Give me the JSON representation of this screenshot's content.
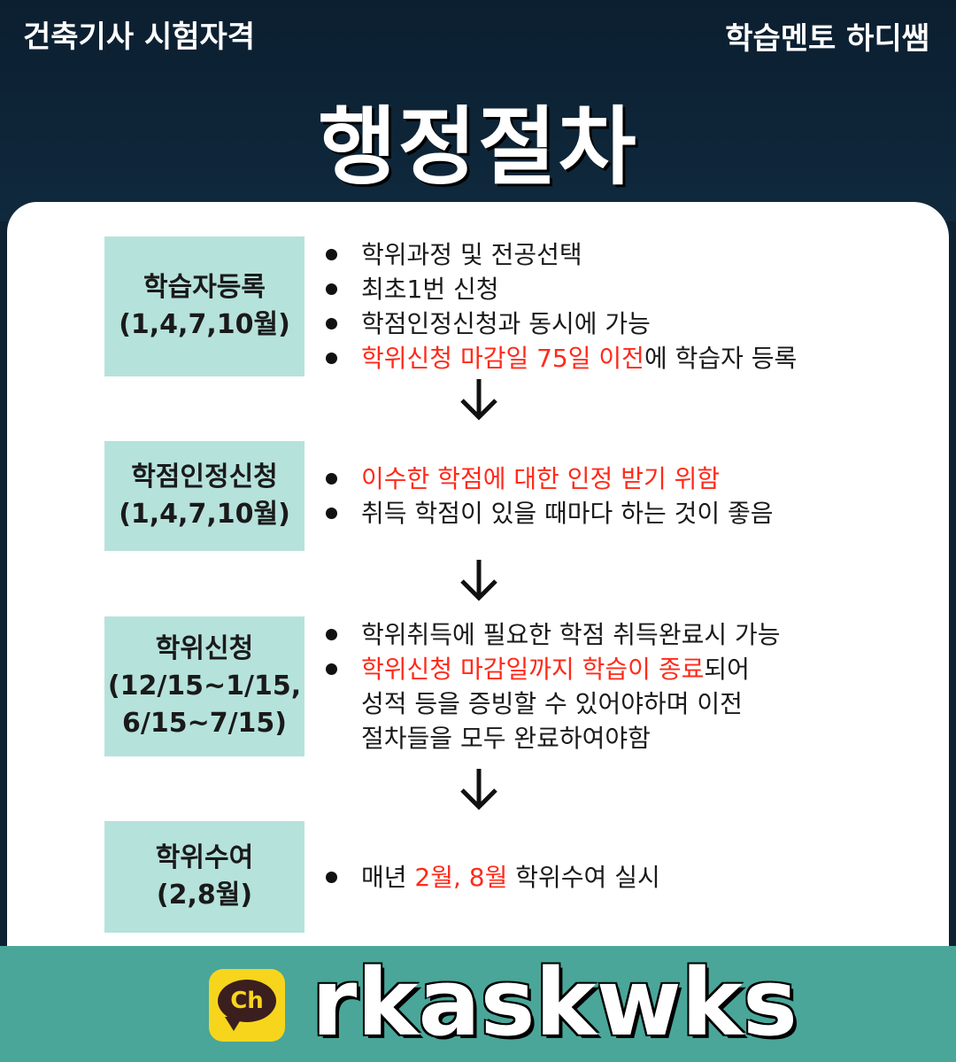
{
  "header": {
    "left": "건축기사 시험자격",
    "right": "학습멘토 하디쌤",
    "title": "행정절차"
  },
  "steps": [
    {
      "box": [
        "학습자등록",
        "(1,4,7,10월)"
      ],
      "bullets": [
        {
          "parts": [
            {
              "text": "학위과정 및 전공선택"
            }
          ]
        },
        {
          "parts": [
            {
              "text": "최초1번 신청"
            }
          ]
        },
        {
          "parts": [
            {
              "text": "학점인정신청과 동시에 가능"
            }
          ]
        },
        {
          "parts": [
            {
              "text": "학위신청 마감일 75일 이전",
              "red": true
            },
            {
              "text": "에 학습자 등록"
            }
          ]
        }
      ]
    },
    {
      "box": [
        "학점인정신청",
        "(1,4,7,10월)"
      ],
      "bullets": [
        {
          "parts": [
            {
              "text": "이수한 학점에 대한 인정 받기 위함",
              "red": true
            }
          ]
        },
        {
          "parts": [
            {
              "text": "취득 학점이 있을 때마다 하는 것이 좋음"
            }
          ]
        }
      ]
    },
    {
      "box": [
        "학위신청",
        "(12/15~1/15,",
        "6/15~7/15)"
      ],
      "bullets": [
        {
          "parts": [
            {
              "text": "학위취득에 필요한 학점 취득완료시 가능"
            }
          ]
        },
        {
          "parts": [
            {
              "text": "학위신청 마감일까지 학습이 종료",
              "red": true
            },
            {
              "text": "되어"
            }
          ],
          "cont": [
            "성적 등을 증빙할 수 있어야하며 이전",
            "절차들을 모두 완료하여야함"
          ]
        }
      ]
    },
    {
      "box": [
        "학위수여",
        "(2,8월)"
      ],
      "bullets": [
        {
          "parts": [
            {
              "text": "매년 "
            },
            {
              "text": "2월, 8월",
              "red": true
            },
            {
              "text": " 학위수여 실시"
            }
          ]
        }
      ]
    }
  ],
  "footer": {
    "badge": "Ch",
    "text": "rkaskwks"
  },
  "colors": {
    "header_bg": "#0b1f30",
    "box_bg": "#b6e2dc",
    "highlight": "#ff2a1a",
    "footer_bg": "#4aa699",
    "kakao": "#f7d51d"
  }
}
